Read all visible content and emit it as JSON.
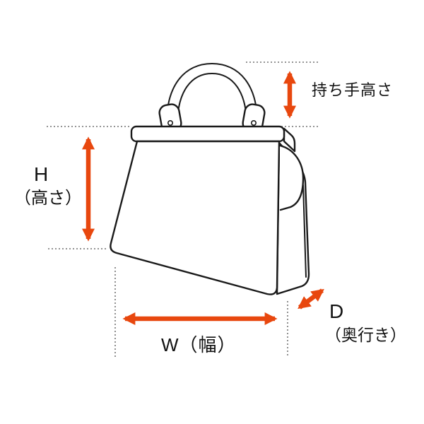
{
  "diagram": {
    "type": "bag-dimension-diagram",
    "labels": {
      "handle_height": "持ち手高さ",
      "height_letter": "H",
      "height_word": "（高さ）",
      "width": "W（幅）",
      "depth_letter": "D",
      "depth_word": "（奥行き）"
    },
    "colors": {
      "arrow": "#e8470e",
      "line": "#1a1a1a",
      "guide": "#555555",
      "background": "#ffffff",
      "text": "#111111"
    }
  }
}
